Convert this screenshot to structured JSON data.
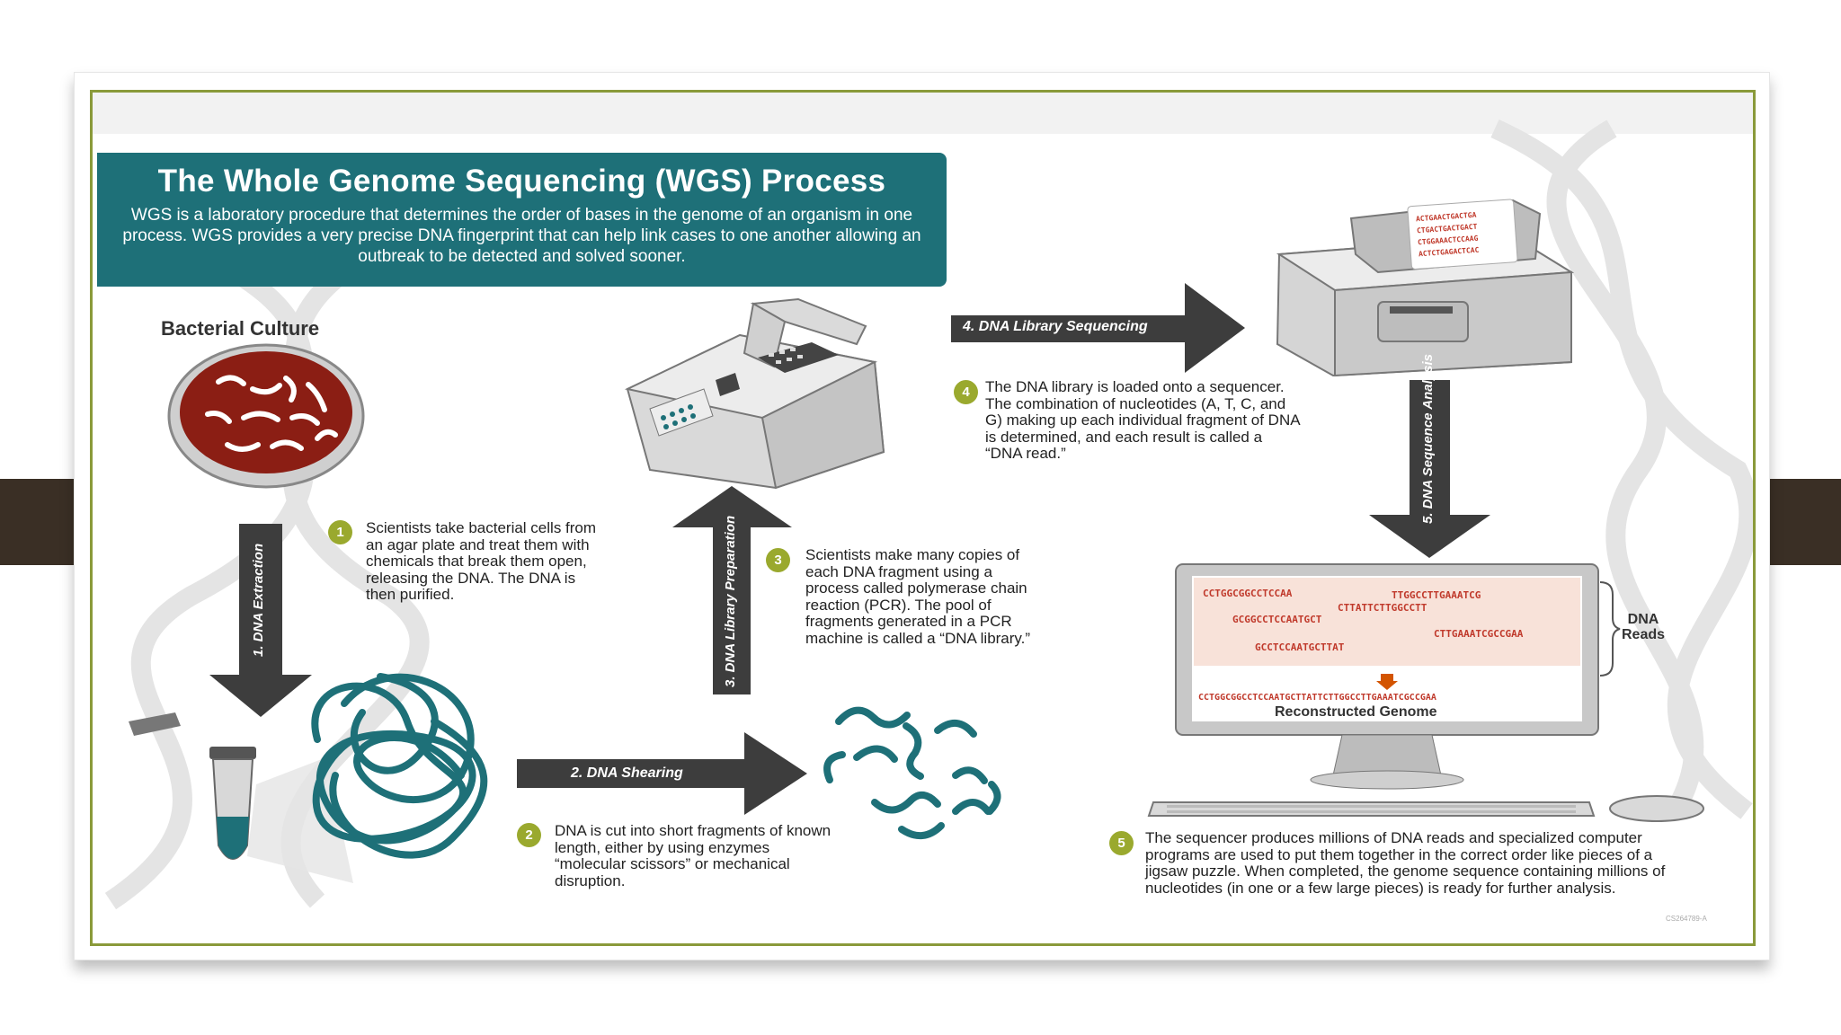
{
  "banner": {
    "title": "The Whole Genome Sequencing (WGS) Process",
    "description": "WGS is a laboratory procedure that determines the order of bases in the genome of an organism in one process. WGS provides a very precise DNA fingerprint that can help link cases to one another allowing an outbreak to be detected and solved sooner."
  },
  "culture_heading": "Bacterial Culture",
  "arrows": {
    "extraction": "1. DNA Extraction",
    "shearing": "2. DNA Shearing",
    "library_prep": "3. DNA Library Preparation",
    "library_seq": "4. DNA Library Sequencing",
    "analysis": "5. DNA Sequence Analysis"
  },
  "steps": [
    {
      "number": "1",
      "text": "Scientists take bacterial cells from an agar plate and treat them with chemicals that break them open, releasing the DNA. The DNA is then purified."
    },
    {
      "number": "2",
      "text": "DNA is cut into short fragments of known length, either by using enzymes “molecular scissors” or mechanical disruption."
    },
    {
      "number": "3",
      "text": "Scientists make many copies of each DNA fragment using a process called polymerase chain reaction (PCR). The pool of fragments generated in a PCR machine is called a “DNA library.”"
    },
    {
      "number": "4",
      "text": "The DNA library is loaded onto a sequencer. The combination of nucleotides (A, T, C, and G) making up each individual fragment of DNA is determined, and each result is called a “DNA read.”"
    },
    {
      "number": "5",
      "text": "The sequencer produces millions of DNA reads and specialized computer programs are used to put them together in the correct order like pieces of a jigsaw puzzle. When completed, the genome sequence containing millions of nucleotides (in one or a few large pieces) is ready for further analysis."
    }
  ],
  "sequencer_screen": [
    "ACTGAACTGACTGA",
    "CTGACTGACTGACT",
    "CTGGAAACTCCAAG",
    "ACTCTGAGACTCAC"
  ],
  "reads": [
    "CCTGGCGGCCTCCAA",
    "TTGGCCTTGAAATCG",
    "CTTATTCTTGGCCTT",
    "GCGGCCTCCAATGCT",
    "CTTGAAATCGCCGAA",
    "GCCTCCAATGCTTAT"
  ],
  "genome_sequence": "CCTGGCGGCCTCCAATGCTTATTCTTGGCCTTGAAATCGCCGAA",
  "reconstructed_label": "Reconstructed Genome",
  "reads_label_line1": "DNA",
  "reads_label_line2": "Reads",
  "figure_code": "CS264789-A",
  "colors": {
    "teal": "#1e7078",
    "badge": "#9aa92e",
    "arrow": "#3d3d3d",
    "border": "#8a9a3a",
    "dish": "#8b1e14"
  }
}
